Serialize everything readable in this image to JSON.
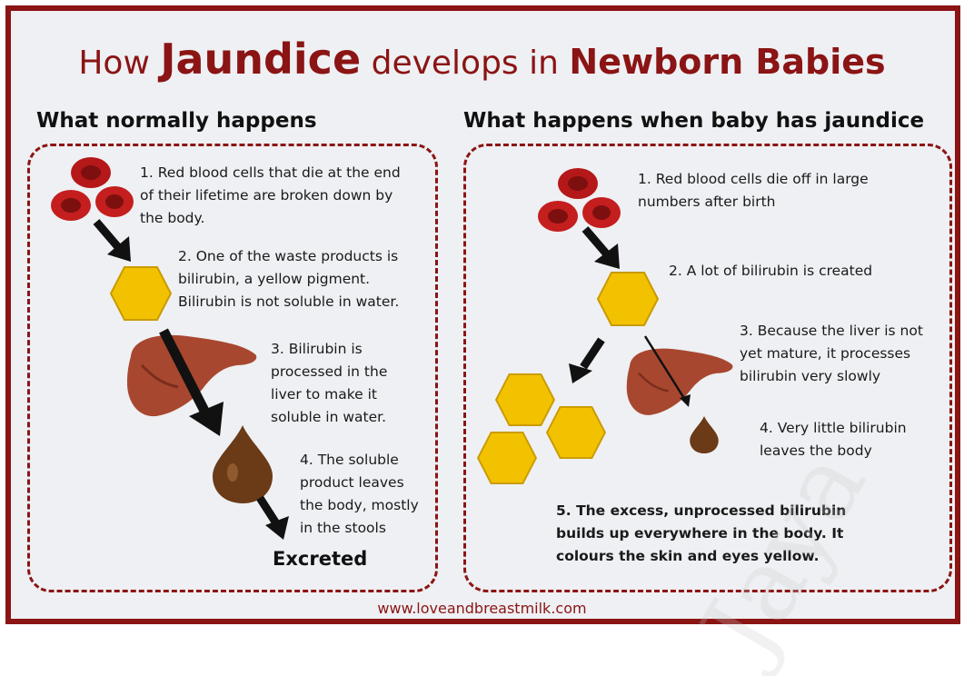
{
  "title": {
    "part1": "How ",
    "part2": "Jaundice",
    "part3": " develops in ",
    "part4": "Newborn Babies"
  },
  "left": {
    "heading": "What normally happens",
    "step1": "1. Red blood cells that die at the end\nof their lifetime are broken down by\nthe body.",
    "step2": "2. One of the waste products is\nbilirubin, a yellow pigment.\nBilirubin is not soluble in water.",
    "step3": "3. Bilirubin is\nprocessed in the\nliver to make it\nsoluble in water.",
    "step4": "4. The soluble\nproduct leaves\nthe body, mostly\nin the stools",
    "excreted": "Excreted"
  },
  "right": {
    "heading": "What happens when baby has jaundice",
    "step1": "1. Red blood cells die off in large\nnumbers after birth",
    "step2": "2. A lot of bilirubin is created",
    "step3": "3. Because the liver is not\nyet mature, it processes\nbilirubin very slowly",
    "step4": "4. Very little bilirubin\nleaves the body",
    "step5": "5. The excess, unprocessed bilirubin\nbuilds up everywhere in the body. It\ncolours the skin and eyes yellow."
  },
  "footer": "www.loveandbreastmilk.com",
  "watermark": "Jaya",
  "colors": {
    "accent": "#8b1414",
    "blood_cell": "#c41e1e",
    "bilirubin": "#f2c200",
    "liver": "#a8472f",
    "stool": "#6b3a17"
  },
  "icons": [
    "red-blood-cells-icon",
    "bilirubin-hexagon-icon",
    "liver-icon",
    "stool-drop-icon",
    "arrow-icon"
  ]
}
